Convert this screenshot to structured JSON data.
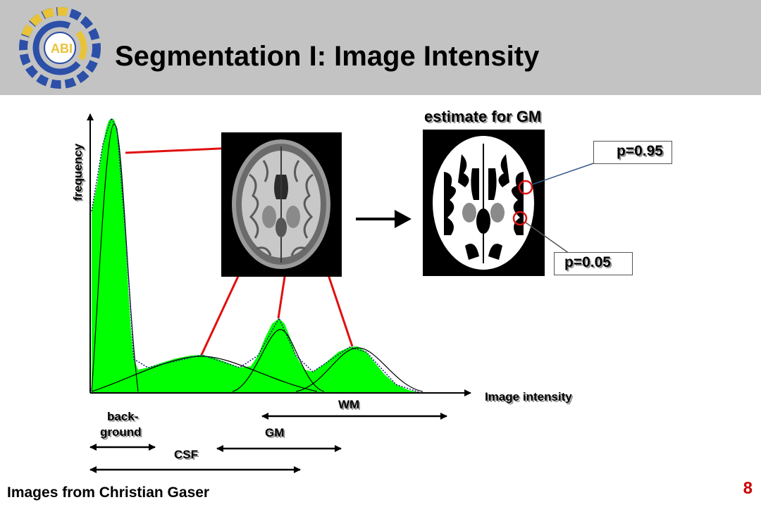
{
  "header": {
    "title": "Segmentation I: Image Intensity",
    "logo_text": "ABI",
    "logo_colors": {
      "blue": "#2c4fa8",
      "gold": "#e8c338"
    }
  },
  "histogram": {
    "y_label": "frequency",
    "x_label": "Image intensity",
    "fill_color": "#00ff00",
    "ranges": {
      "background": "back-\nground",
      "background_line1": "back-",
      "background_line2": "ground",
      "csf": "CSF",
      "gm": "GM",
      "wm": "WM"
    }
  },
  "estimate": {
    "label": "estimate for GM",
    "p_high": "p=0.95",
    "p_low": "p=0.05"
  },
  "footer": {
    "credit": "Images from Christian Gaser",
    "page_number": "8"
  },
  "colors": {
    "header_bg": "#c3c3c3",
    "connector_red": "#e01010",
    "page_number": "#cc0000"
  }
}
